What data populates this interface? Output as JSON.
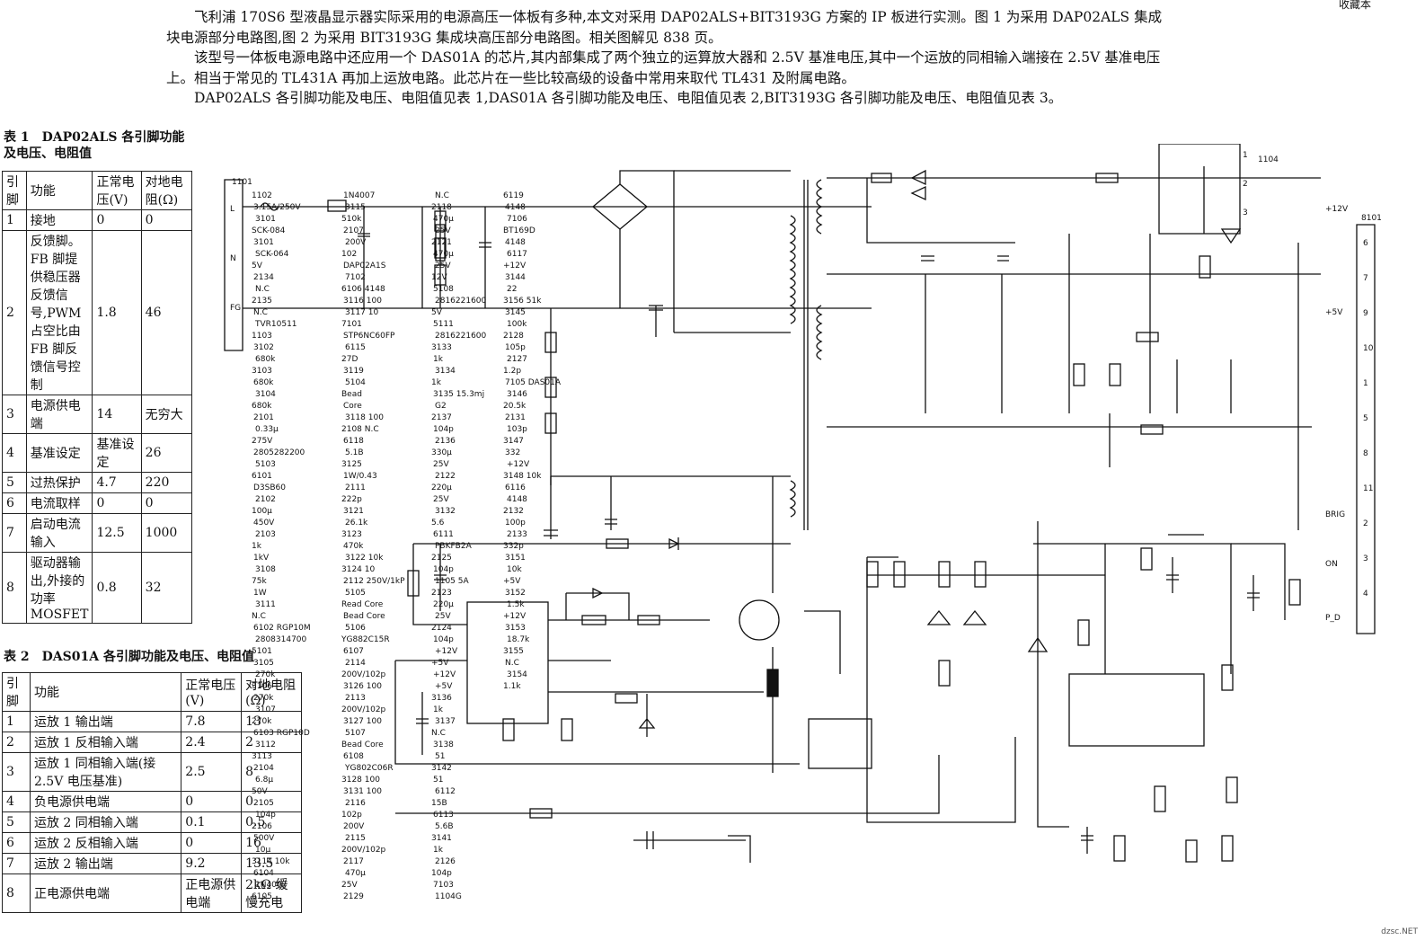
{
  "intro": {
    "p1": "飞利浦 170S6 型液晶显示器实际采用的电源高压一体板有多种,本文对采用 DAP02ALS+BIT3193G 方案的 IP 板进行实测。图 1 为采用 DAP02ALS 集成块电源部分电路图,图 2 为采用 BIT3193G 集成块高压部分电路图。相关图解见 838 页。",
    "p2": "该型号一体板电源电路中还应用一个 DAS01A 的芯片,其内部集成了两个独立的运算放大器和 2.5V 基准电压,其中一个运放的同相输入端接在 2.5V 基准电压上。相当于常见的 TL431A 再加上运放电路。此芯片在一些比较高级的设备中常用来取代 TL431 及附属电路。",
    "p3": "DAP02ALS 各引脚功能及电压、电阻值见表 1,DAS01A 各引脚功能及电压、电阻值见表 2,BIT3193G 各引脚功能及电压、电阻值见表 3。"
  },
  "table1": {
    "caption": "表 1　DAP02ALS 各引脚功能及电压、电阻值",
    "headers": [
      "引脚",
      "功能",
      "正常电压(V)",
      "对地电阻(Ω)"
    ],
    "rows": [
      [
        "1",
        "接地",
        "0",
        "0"
      ],
      [
        "2",
        "反馈脚。FB 脚提供稳压器反馈信号,PWM 占空比由 FB 脚反馈信号控制",
        "1.8",
        "46"
      ],
      [
        "3",
        "电源供电端",
        "14",
        "无穷大"
      ],
      [
        "4",
        "基准设定",
        "基准设定",
        "26"
      ],
      [
        "5",
        "过热保护",
        "4.7",
        "220"
      ],
      [
        "6",
        "电流取样",
        "0",
        "0"
      ],
      [
        "7",
        "启动电流输入",
        "12.5",
        "1000"
      ],
      [
        "8",
        "驱动器输出,外接的功率 MOSFET",
        "0.8",
        "32"
      ]
    ]
  },
  "table2": {
    "caption": "表 2　DAS01A 各引脚功能及电压、电阻值",
    "headers": [
      "引脚",
      "功能",
      "正常电压(V)",
      "对地电阻(Ω)"
    ],
    "rows": [
      [
        "1",
        "运放 1 输出端",
        "7.8",
        "13"
      ],
      [
        "2",
        "运放 1 反相输入端",
        "2.4",
        "2"
      ],
      [
        "3",
        "运放 1 同相输入端(接 2.5V 电压基准)",
        "2.5",
        "8"
      ],
      [
        "4",
        "负电源供电端",
        "0",
        "0"
      ],
      [
        "5",
        "运放 2 同相输入端",
        "0.1",
        "0.5"
      ],
      [
        "6",
        "运放 2 反相输入端",
        "0",
        "16"
      ],
      [
        "7",
        "运放 2 输出端",
        "9.2",
        "13.5"
      ],
      [
        "8",
        "正电源供电端",
        "正电源供电端",
        "2kΩ 缓慢充电"
      ]
    ]
  },
  "schematic": {
    "connector_in": "1101",
    "connector_in_pins": [
      "L",
      "N",
      "FG"
    ],
    "connector_out": "8101",
    "connector_out_pins": [
      "6",
      "7",
      "9",
      "10",
      "1",
      "5",
      "8",
      "11",
      "2",
      "3",
      "4"
    ],
    "connector_out_signals": [
      "+12V",
      "+5V",
      "BRIG",
      "ON",
      "P_D"
    ],
    "connector_1104": "1104",
    "connector_1104_pins": [
      "1",
      "2",
      "3"
    ],
    "labels": [
      "1102",
      "3.15A/250V",
      "3101",
      "SCK-084",
      "3101",
      "SCK-064",
      "5V",
      "2134",
      "N.C",
      "2135",
      "N.C",
      "TVR10511",
      "1103",
      "3102",
      "680k",
      "3103",
      "680k",
      "3104",
      "680k",
      "2101",
      "0.33μ",
      "275V",
      "2805282200",
      "5103",
      "6101",
      "D3SB60",
      "2102",
      "100μ",
      "450V",
      "2103",
      "1k",
      "1kV",
      "3108",
      "75k",
      "1W",
      "3111",
      "N.C",
      "6102 RGP10M",
      "2808314700",
      "5101",
      "3105",
      "270k",
      "3106",
      "270k",
      "3107",
      "270k",
      "6103 RGP10D",
      "3112",
      "3113",
      "2104",
      "6.8μ",
      "50V",
      "2105",
      "104p",
      "2106",
      "500V",
      "10μ",
      "3114 10k",
      "6104",
      "1N4007",
      "6105",
      "1N4007",
      "3115",
      "510k",
      "2107",
      "200V",
      "102",
      "DAP02A1S",
      "7102",
      "6106 4148",
      "3116 100",
      "3117 10",
      "7101",
      "STP6NC60FP",
      "6115",
      "27D",
      "3119",
      "5104",
      "Bead",
      "Core",
      "3118 100",
      "2108 N.C",
      "6118",
      "5.1B",
      "3125",
      "1W/0.43",
      "2111",
      "222p",
      "3121",
      "26.1k",
      "3123",
      "470k",
      "3122 10k",
      "3124 10",
      "2112 250V/1kP",
      "5105",
      "Read Core",
      "Bead Core",
      "5106",
      "YG882C15R",
      "6107",
      "2114",
      "200V/102p",
      "3126 100",
      "2113",
      "200V/102p",
      "3127 100",
      "5107",
      "Bead Core",
      "6108",
      "YG802C06R",
      "3128 100",
      "3131 100",
      "2116",
      "102p",
      "200V",
      "2115",
      "200V/102p",
      "2117",
      "470μ",
      "25V",
      "2129",
      "N.C",
      "2118",
      "470μ",
      "25V",
      "2121",
      "470μ",
      "25V",
      "12V",
      "5108",
      "2816221600",
      "5V",
      "5111",
      "2816221600",
      "3133",
      "1k",
      "3134",
      "1k",
      "3135 15.3mj",
      "G2",
      "2137",
      "104p",
      "2136",
      "330μ",
      "25V",
      "2122",
      "220μ",
      "25V",
      "3132",
      "5.6",
      "6111",
      "PBKFB2A",
      "2125",
      "104p",
      "1105 5A",
      "2123",
      "220μ",
      "25V",
      "2124",
      "104p",
      "+12V",
      "+5V",
      "+12V",
      "+5V",
      "3136",
      "1k",
      "3137",
      "N.C",
      "3138",
      "51",
      "3142",
      "51",
      "6112",
      "15B",
      "6113",
      "5.6B",
      "3141",
      "1k",
      "2126",
      "104p",
      "7103",
      "1104G",
      "6119",
      "4148",
      "7106",
      "BT169D",
      "4148",
      "6117",
      "+12V",
      "3144",
      "22",
      "3156 51k",
      "3145",
      "100k",
      "2128",
      "105p",
      "2127",
      "1.2p",
      "7105 DAS01A",
      "3146",
      "20.5k",
      "2131",
      "103p",
      "3147",
      "332",
      "+12V",
      "3148 10k",
      "6116",
      "4148",
      "2132",
      "100p",
      "2133",
      "332p",
      "3151",
      "10k",
      "+5V",
      "3152",
      "1.5k",
      "+12V",
      "3153",
      "18.7k",
      "3155",
      "N.C",
      "3154",
      "1.1k"
    ]
  },
  "corner_text": "收藏本",
  "watermark": "dzsc.NET"
}
